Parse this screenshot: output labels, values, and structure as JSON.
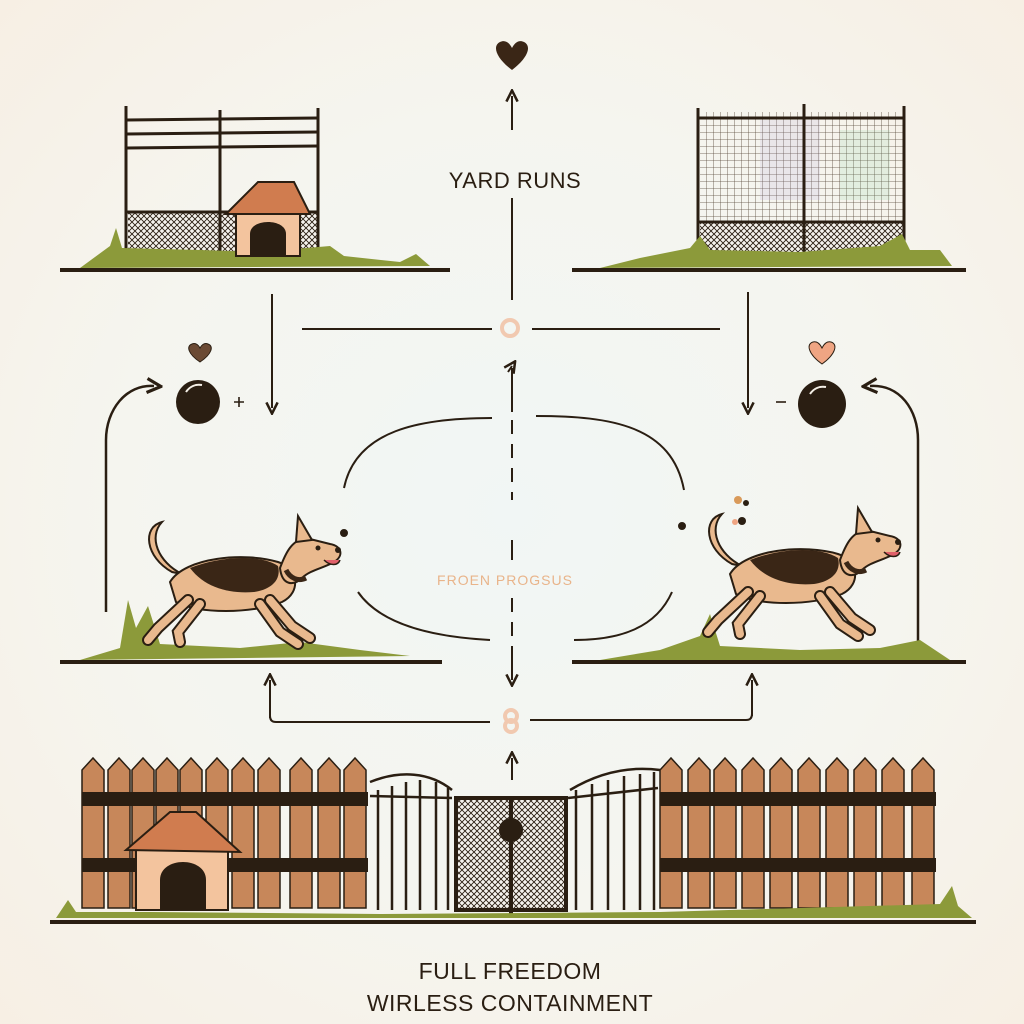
{
  "labels": {
    "top_title": "YARD RUNS",
    "middle_title": "FROEN PROGSUS",
    "caption_line_1": "FULL FREEDOM",
    "caption_line_2": "WIRLESS CONTAINMENT"
  },
  "colors": {
    "ink": "#2a1e12",
    "grass": "#8c9a3a",
    "dog_tan": "#e9b98e",
    "dog_dark": "#3a2616",
    "fence_wood": "#c7875a",
    "doghouse_roof": "#d07c4f",
    "doghouse_wall": "#f3c49e",
    "heart_dark": "#3a2616",
    "heart_peach": "#efa583",
    "ring_peach": "#f1c9b0"
  },
  "icons": {
    "top_heart": "heart-icon",
    "left_heart": "heart-icon",
    "right_heart": "heart-icon",
    "left_ball": "ball-icon",
    "right_ball": "ball-icon"
  }
}
